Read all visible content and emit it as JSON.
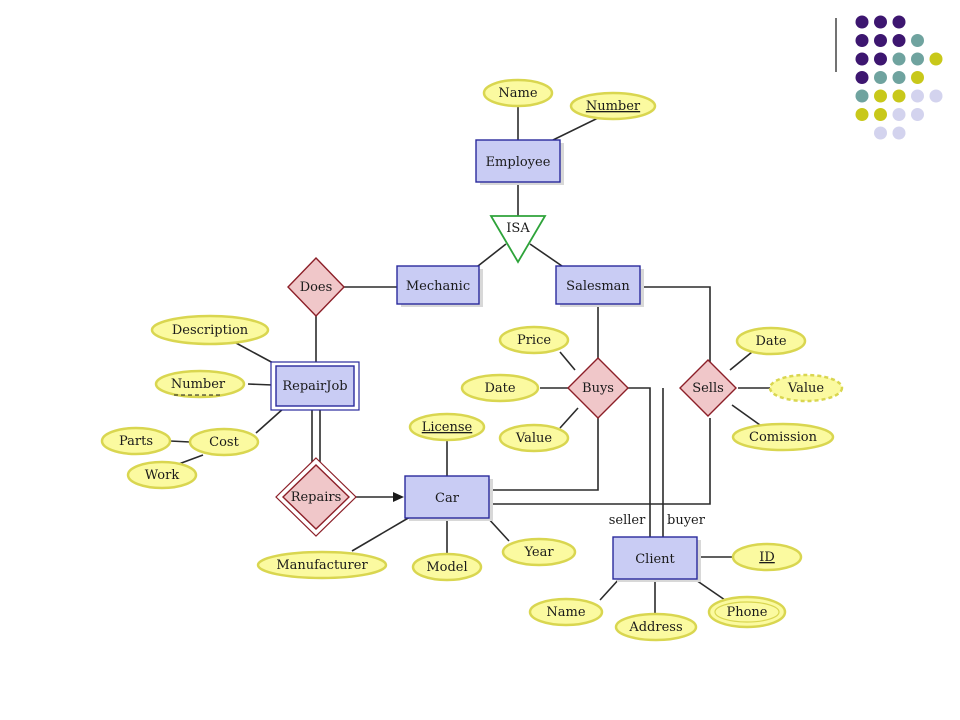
{
  "decor": {
    "dots": {
      "rows": [
        [
          "purple",
          "purple",
          "purple"
        ],
        [
          "purple",
          "purple",
          "purple",
          "teal"
        ],
        [
          "purple",
          "purple",
          "teal",
          "teal",
          "lime"
        ],
        [
          "purple",
          "teal",
          "teal",
          "lime"
        ],
        [
          "teal",
          "lime",
          "lime",
          "lavender",
          "lavender"
        ],
        [
          "lime",
          "lime",
          "lavender",
          "lavender"
        ],
        [
          "lavender",
          "lavender"
        ]
      ]
    },
    "colors": {
      "purple": "#3d1670",
      "teal": "#6fa39f",
      "lime": "#c8c81a",
      "lavender": "#d3d3ee"
    }
  },
  "entities": {
    "employee": "Employee",
    "mechanic": "Mechanic",
    "salesman": "Salesman",
    "repairjob": "RepairJob",
    "car": "Car",
    "client": "Client"
  },
  "relationships": {
    "isa": "ISA",
    "does": "Does",
    "buys": "Buys",
    "sells": "Sells",
    "repairs": "Repairs"
  },
  "attributes": {
    "emp_name": "Name",
    "emp_number": "Number",
    "rj_description": "Description",
    "rj_number": "Number",
    "rj_cost": "Cost",
    "rj_parts": "Parts",
    "rj_work": "Work",
    "buys_price": "Price",
    "buys_date": "Date",
    "buys_value": "Value",
    "sells_date": "Date",
    "sells_value": "Value",
    "sells_comission": "Comission",
    "car_license": "License",
    "car_manufacturer": "Manufacturer",
    "car_model": "Model",
    "car_year": "Year",
    "client_id": "ID",
    "client_name": "Name",
    "client_address": "Address",
    "client_phone": "Phone"
  },
  "roles": {
    "seller": "seller",
    "buyer": "buyer"
  }
}
